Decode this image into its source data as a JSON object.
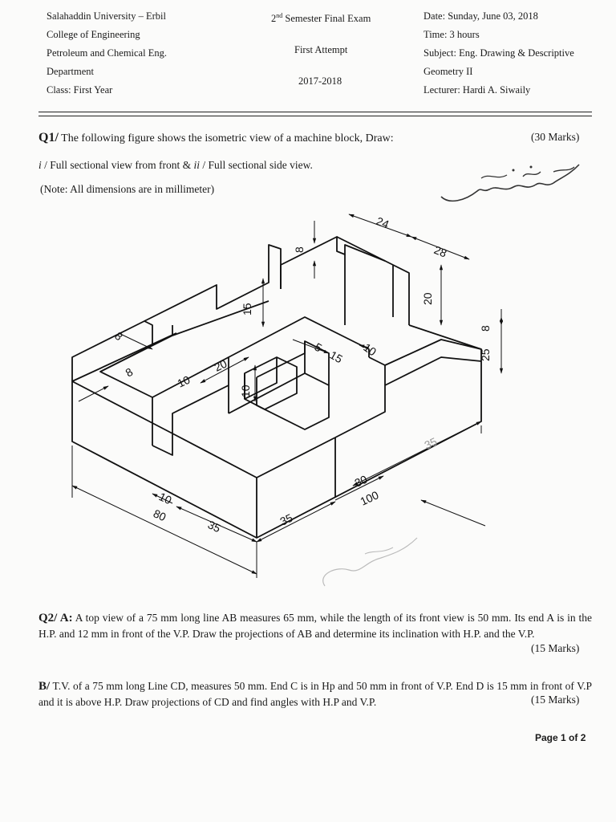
{
  "header": {
    "left": [
      "Salahaddin University – Erbil",
      "College of Engineering",
      "Petroleum and Chemical Eng.",
      "Department",
      "Class: First Year"
    ],
    "middle_sem_num": "2",
    "middle_sem_sup": "nd",
    "middle_sem_rest": " Semester Final Exam",
    "middle_attempt": "First Attempt",
    "middle_year": "2017-2018",
    "right": [
      "Date: Sunday, June 03, 2018",
      "Time: 3 hours",
      "Subject: Eng. Drawing & Descriptive",
      "Geometry II",
      "Lecturer: Hardi A. Siwaily"
    ]
  },
  "q1": {
    "label": "Q1/",
    "text": " The following figure shows the isometric view of a machine block, Draw:",
    "marks": "(30 Marks)",
    "line2_i": "i",
    "line2_a": " / Full sectional view from front & ",
    "line2_ii": "ii",
    "line2_b": " / Full sectional side view.",
    "note": "(Note: All dimensions are in millimeter)"
  },
  "figure": {
    "dims": [
      "24",
      "28",
      "8",
      "20",
      "8",
      "25",
      "15",
      "8",
      "8",
      "20",
      "10",
      "5",
      "15",
      "10",
      "10",
      "10",
      "80",
      "35",
      "35",
      "30",
      "100",
      "35"
    ]
  },
  "q2": {
    "label": "Q2/ A:",
    "text": " A top view of a 75 mm long line AB measures 65 mm, while the length of its front view is 50 mm. Its end A is in the H.P. and 12 mm in front of the V.P. Draw the projections of AB and determine its inclination with H.P. and the V.P.",
    "marks": "(15 Marks)",
    "b_label": "B/",
    "b_text": " T.V. of a 75 mm long Line CD, measures 50 mm. End C is in Hp and 50 mm in front of V.P. End D is 15 mm in front of V.P and it is above H.P. Draw projections of CD and find angles with H.P and V.P.",
    "b_marks": "(15 Marks)"
  },
  "footer": {
    "page_prefix": "Page ",
    "page_num": "1",
    "page_mid": " of ",
    "page_total": "2"
  }
}
